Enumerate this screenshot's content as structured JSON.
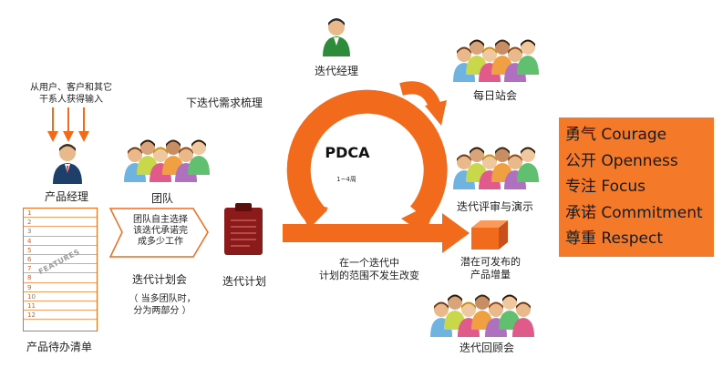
{
  "input_source": {
    "line1": "从用户、客户和其它",
    "line2": "干系人获得输入"
  },
  "product_owner": {
    "label": "产品经理"
  },
  "backlog": {
    "label": "产品待办清单",
    "features_text": "FEATURES",
    "rows": [
      "1",
      "2",
      "3",
      "4",
      "5",
      "6",
      "7",
      "8",
      "9",
      "10",
      "11",
      "12"
    ]
  },
  "team": {
    "label": "团队"
  },
  "planning": {
    "box_line1": "团队自主选择",
    "box_line2": "该迭代承诺完",
    "box_line3": "成多少工作",
    "meeting_label": "迭代计划会",
    "note_line1": "（ 当多团队时，",
    "note_line2": "分为两部分 ）"
  },
  "sprint_plan": {
    "label": "迭代计划"
  },
  "grooming": {
    "label": "下迭代需求梳理"
  },
  "scrum_master": {
    "label": "迭代经理"
  },
  "cycle": {
    "title": "PDCA",
    "duration": "1~4周"
  },
  "sprint_note": {
    "line1": "在一个迭代中",
    "line2": "计划的范围不发生改变"
  },
  "daily": {
    "label": "每日站会"
  },
  "review": {
    "label": "迭代评审与演示"
  },
  "increment": {
    "line1": "潜在可发布的",
    "line2": "产品增量"
  },
  "retro": {
    "label": "迭代回顾会"
  },
  "values": [
    "勇气 Courage",
    "公开 Openness",
    "专注 Focus",
    "承诺 Commitment",
    "尊重 Respect"
  ],
  "colors": {
    "accent": "#f26a1b",
    "values_bg": "#f47a2a",
    "clipboard": "#8b1a1a"
  }
}
